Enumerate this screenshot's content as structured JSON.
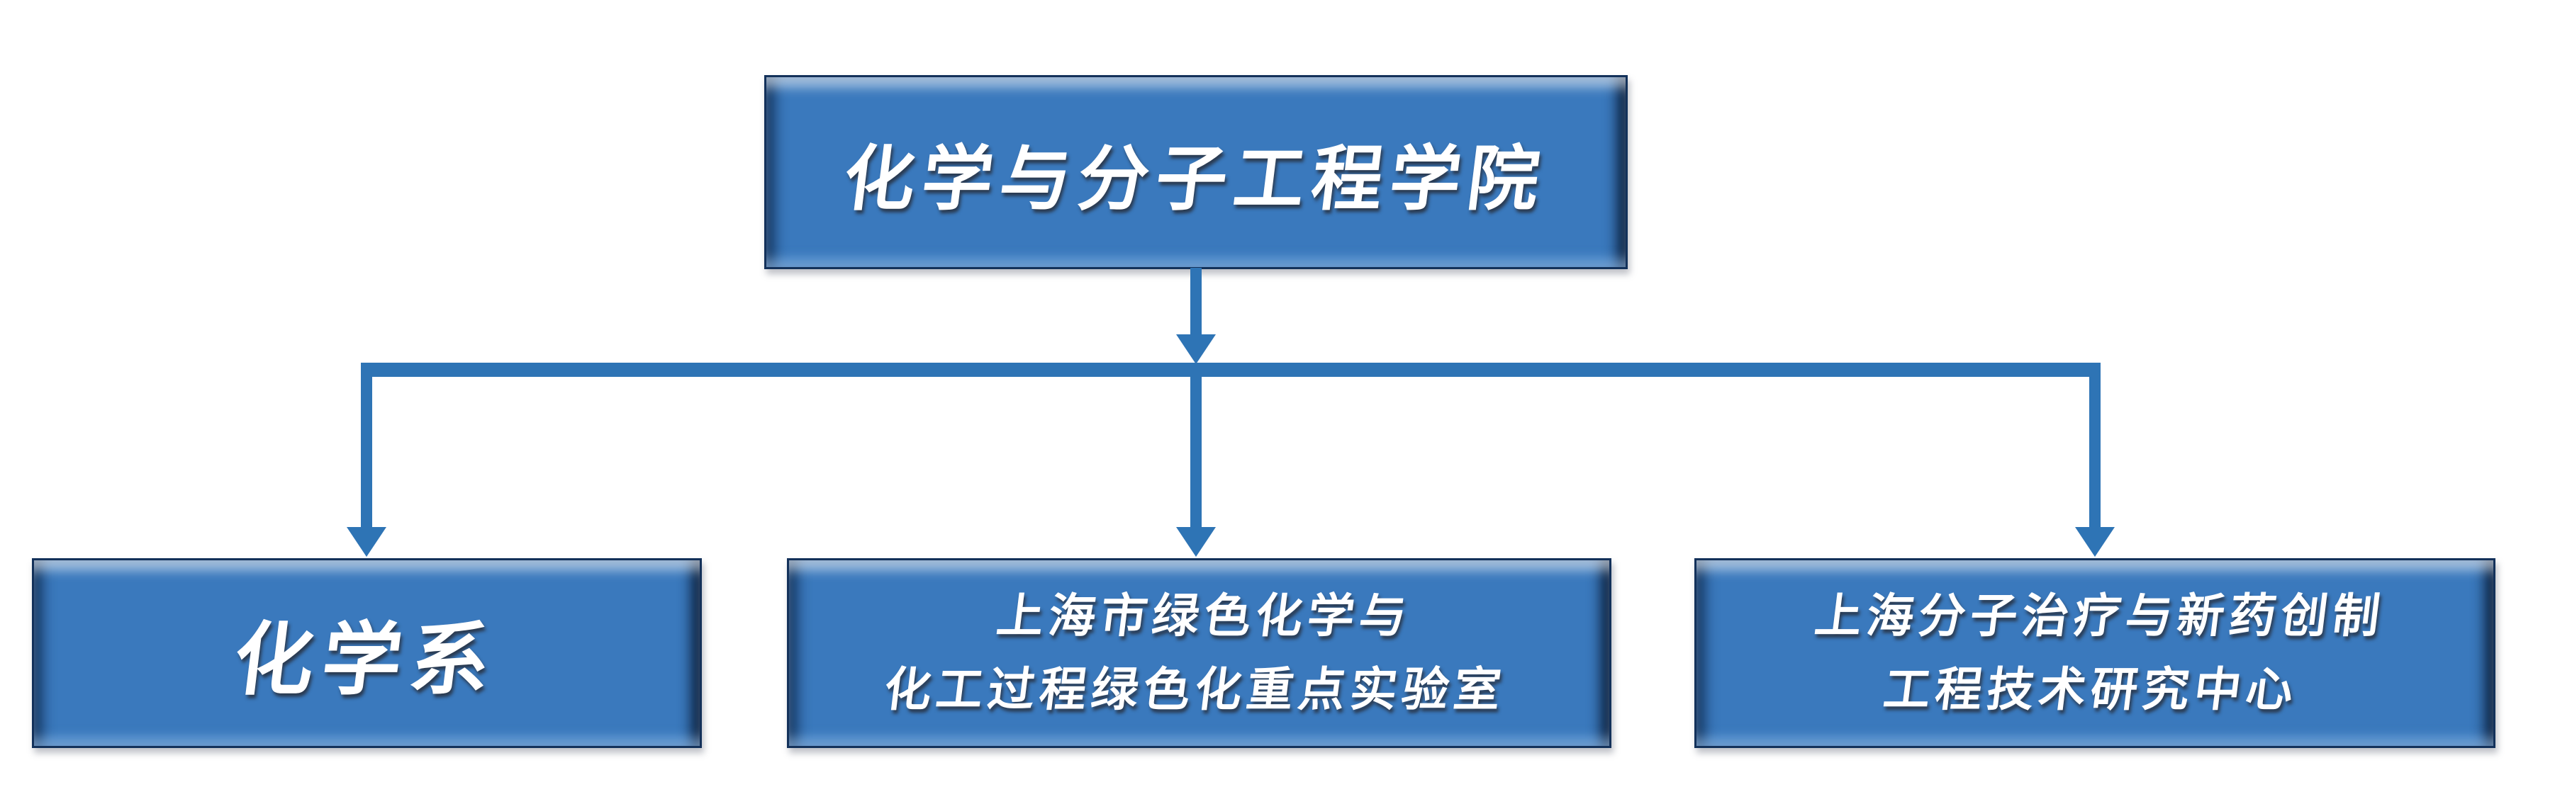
{
  "diagram": {
    "type": "org-chart",
    "root": {
      "id": "college",
      "lines": [
        "化学与分子工程学院"
      ]
    },
    "children": [
      {
        "id": "chemistry-department",
        "lines": [
          "化学系"
        ]
      },
      {
        "id": "shanghai-green-chemistry-key-lab",
        "lines": [
          "上海市绿色化学与",
          "化工过程绿色化重点实验室"
        ]
      },
      {
        "id": "molecular-therapeutics-center",
        "lines": [
          "上海分子治疗与新药创制",
          "工程技术研究中心"
        ]
      }
    ],
    "edges": [
      {
        "from": "college",
        "to": "chemistry-department"
      },
      {
        "from": "college",
        "to": "shanghai-green-chemistry-key-lab"
      },
      {
        "from": "college",
        "to": "molecular-therapeutics-center"
      }
    ],
    "colors": {
      "background": "#FFFFFF",
      "node_fill": "#3A79BD",
      "node_border_dark": "#13315A",
      "bevel_highlight": "#6FA8DC",
      "connector": "#2E74B5",
      "text": "#FFFFFF",
      "text_shadow": "#26262C"
    },
    "icons": [
      "arrow-down"
    ]
  }
}
